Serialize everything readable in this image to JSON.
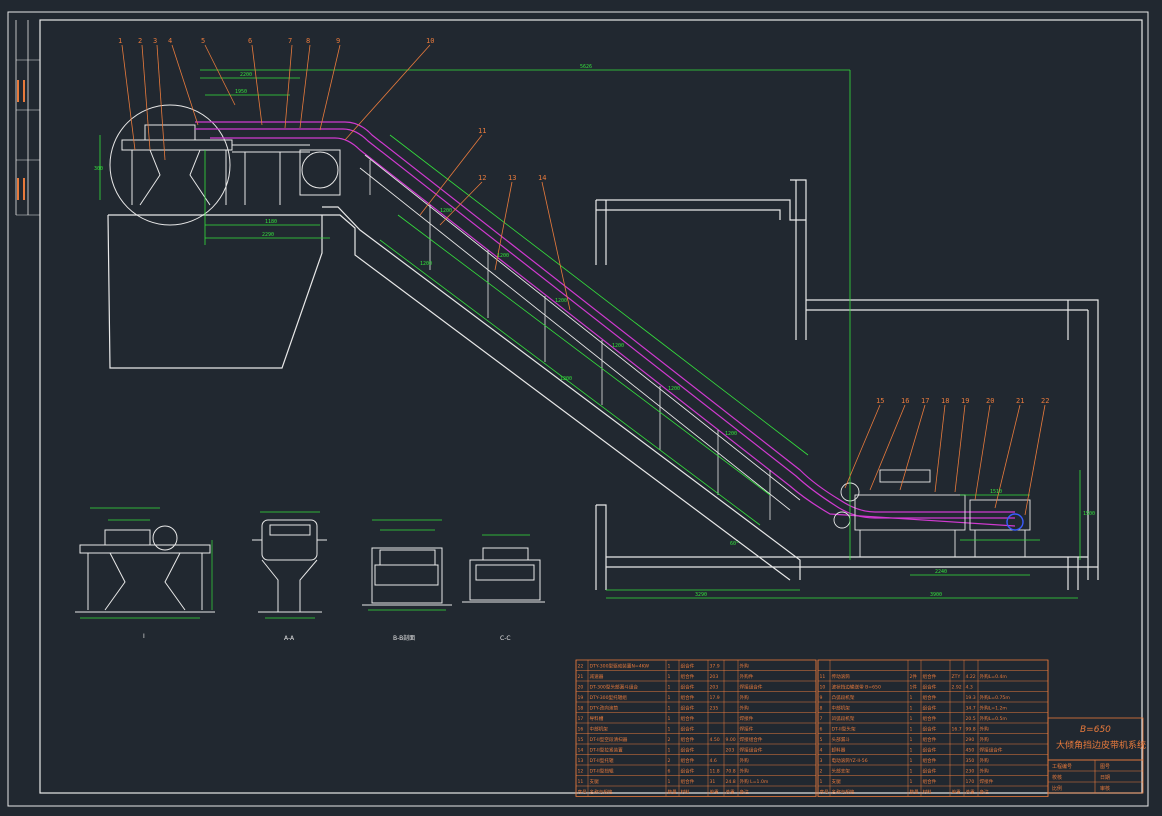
{
  "drawing": {
    "title_main": "B=650",
    "title_sub": "大倾角挡边皮带机系统",
    "view_labels": [
      "I",
      "A-A",
      "B-B剖面",
      "C-C"
    ]
  },
  "callouts": [
    "1",
    "2",
    "3",
    "4",
    "5",
    "6",
    "7",
    "8",
    "9",
    "10",
    "11",
    "12",
    "13",
    "14",
    "15",
    "16",
    "17",
    "18",
    "19",
    "20",
    "21",
    "22"
  ],
  "dimensions": {
    "top_overall": "5626",
    "top_left_a": "2200",
    "top_left_b": "1950",
    "mid_a": "1180",
    "mid_b": "2290",
    "bottom_overall_a": "3290",
    "bottom_overall_b": "3900",
    "right_a": "2240",
    "right_b": "1510",
    "height_a": "1500",
    "height_b": "300",
    "angle": "60°",
    "slope_dims": [
      "1200",
      "1200",
      "1200",
      "1200",
      "1200",
      "1200",
      "1200",
      "1200"
    ]
  },
  "bom": {
    "left_rows": [
      {
        "no": "22",
        "name": "DTY-300型驱动装置N=4KW",
        "qty": "1",
        "unit": "组合件",
        "w1": "37.9",
        "w2": "",
        "note": "外购"
      },
      {
        "no": "21",
        "name": "减速器",
        "qty": "1",
        "unit": "组合件",
        "w1": "203",
        "w2": "",
        "note": "外购件"
      },
      {
        "no": "20",
        "name": "DT-300型头部漏斗组合",
        "qty": "1",
        "unit": "组合件",
        "w1": "203",
        "w2": "",
        "note": "焊接组合件"
      },
      {
        "no": "19",
        "name": "DTY-300型托辊组",
        "qty": "1",
        "unit": "组合件",
        "w1": "17.9",
        "w2": "",
        "note": "外购"
      },
      {
        "no": "18",
        "name": "DTY-改向滚筒",
        "qty": "1",
        "unit": "组合件",
        "w1": "235",
        "w2": "",
        "note": "外购"
      },
      {
        "no": "17",
        "name": "导料槽",
        "qty": "1",
        "unit": "组合件",
        "w1": "",
        "w2": "",
        "note": "焊接件"
      },
      {
        "no": "16",
        "name": "中部机架",
        "qty": "1",
        "unit": "组合件",
        "w1": "",
        "w2": "",
        "note": "焊接件"
      },
      {
        "no": "15",
        "name": "DT-II型空段清扫器",
        "qty": "2",
        "unit": "组合件",
        "w1": "4.50",
        "w2": "9.00",
        "note": "焊接组合件"
      },
      {
        "no": "14",
        "name": "DT-II型拉紧装置",
        "qty": "1",
        "unit": "组合件",
        "w1": "",
        "w2": "203",
        "note": "焊接组合件"
      },
      {
        "no": "13",
        "name": "DT-II型托辊",
        "qty": "2",
        "unit": "组合件",
        "w1": "4.6",
        "w2": "",
        "note": "外购"
      },
      {
        "no": "12",
        "name": "DT-II型挡辊",
        "qty": "6",
        "unit": "组合件",
        "w1": "11.8",
        "w2": "70.8",
        "note": "外购"
      },
      {
        "no": "11",
        "name": "支腿",
        "qty": "1",
        "unit": "组合件",
        "w1": "31",
        "w2": "24.8",
        "note": "外购 L=1.0m"
      }
    ],
    "right_rows": [
      {
        "no": "11",
        "name": "传动滚筒",
        "qty": "2件",
        "unit": "组合件",
        "w1": "ZTY",
        "w2": "4.22",
        "note": "外购L=0.4m"
      },
      {
        "no": "10",
        "name": "波状挡边输送带 B=650",
        "qty": "1件",
        "unit": "组合件",
        "w1": "2.92",
        "w2": "4.3",
        "note": ""
      },
      {
        "no": "9",
        "name": "凸弧段机架",
        "qty": "1",
        "unit": "组合件",
        "w1": "",
        "w2": "19.3",
        "note": "外购L=0.75m"
      },
      {
        "no": "8",
        "name": "中部机架",
        "qty": "1",
        "unit": "组合件",
        "w1": "",
        "w2": "34.7",
        "note": "外购L=1.2m"
      },
      {
        "no": "7",
        "name": "凹弧段机架",
        "qty": "1",
        "unit": "组合件",
        "w1": "",
        "w2": "20.5",
        "note": "外购L=0.5m"
      },
      {
        "no": "6",
        "name": "DT-II型头架",
        "qty": "1",
        "unit": "组合件",
        "w1": "16.7",
        "w2": "99.8",
        "note": "外购"
      },
      {
        "no": "5",
        "name": "头部漏斗",
        "qty": "1",
        "unit": "组合件",
        "w1": "",
        "w2": "290",
        "note": "外购"
      },
      {
        "no": "4",
        "name": "卸料器",
        "qty": "1",
        "unit": "组合件",
        "w1": "",
        "w2": "450",
        "note": "焊接组合件"
      },
      {
        "no": "3",
        "name": "电动滚筒YZ-II-56",
        "qty": "1",
        "unit": "组合件",
        "w1": "",
        "w2": "350",
        "note": "外购"
      },
      {
        "no": "2",
        "name": "头部支架",
        "qty": "1",
        "unit": "组合件",
        "w1": "",
        "w2": "230",
        "note": "外购"
      },
      {
        "no": "1",
        "name": "支腿",
        "qty": "1",
        "unit": "组合件",
        "w1": "",
        "w2": "170",
        "note": "焊接件"
      }
    ],
    "header_left": {
      "no": "序号",
      "name": "名称与规格",
      "qty": "数量",
      "unit": "材料",
      "w1": "单重",
      "w2": "总重",
      "note": "备注"
    },
    "header_right": {
      "no": "序号",
      "name": "名称与规格",
      "qty": "数量",
      "unit": "材料",
      "w1": "单重",
      "w2": "总重",
      "note": "备注"
    },
    "title_cells": [
      "工程编号",
      "图号",
      "校核",
      "日期",
      "比例",
      "审核"
    ]
  },
  "colors": {
    "background": "#212830",
    "white": "#e8e8e8",
    "green": "#34e03c",
    "magenta": "#d03ad0",
    "orange": "#e87a3c",
    "blue": "#3a5cff"
  }
}
